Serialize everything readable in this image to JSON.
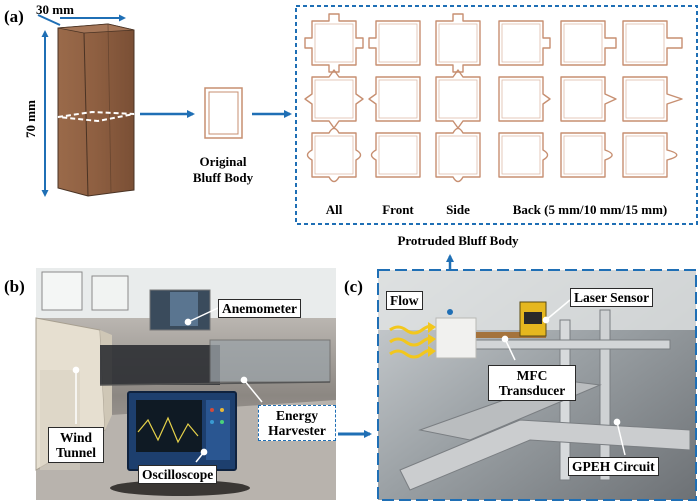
{
  "panel_a": {
    "label": "(a)",
    "width_dim": "30 mm",
    "height_dim": "70 mm",
    "original_label_line1": "Original",
    "original_label_line2": "Bluff Body",
    "variant_labels": [
      "All",
      "Front",
      "Side",
      "Back (5 mm/10 mm/15 mm)"
    ],
    "protruded_label": "Protruded Bluff Body"
  },
  "panel_b": {
    "label": "(b)",
    "anemometer": "Anemometer",
    "wind_tunnel_line1": "Wind",
    "wind_tunnel_line2": "Tunnel",
    "energy_harvester_line1": "Energy",
    "energy_harvester_line2": "Harvester",
    "oscilloscope": "Oscilloscope"
  },
  "panel_c": {
    "label": "(c)",
    "flow": "Flow",
    "laser_sensor": "Laser Sensor",
    "mfc_line1": "MFC",
    "mfc_line2": "Transducer",
    "gpeh_circuit": "GPEH Circuit"
  },
  "colors": {
    "arrow_blue": "#1f6fb5",
    "shape_stroke": "#c78f71",
    "block_brown": "#8a5d40"
  }
}
